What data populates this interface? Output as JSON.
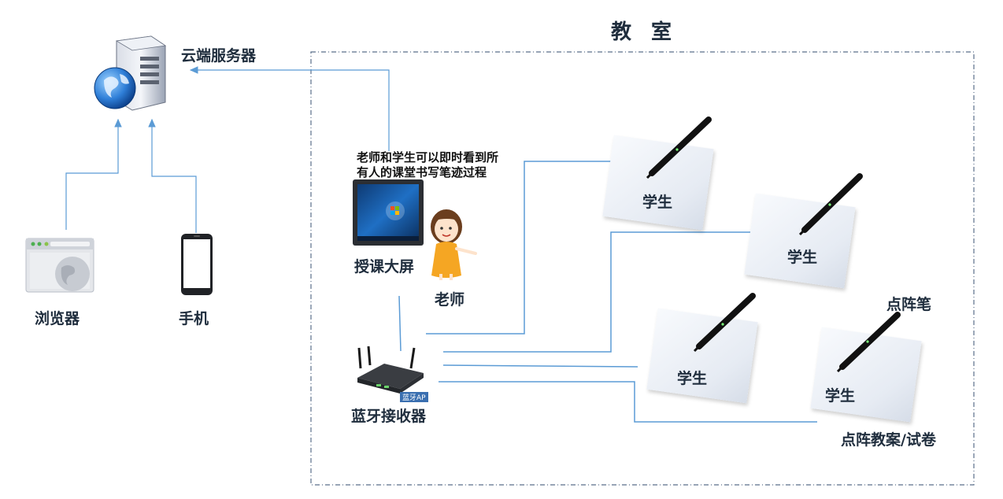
{
  "classroom_title": "教 室",
  "nodes": {
    "cloud_server": "云端服务器",
    "browser": "浏览器",
    "phone": "手机",
    "big_screen": "授课大屏",
    "teacher": "老师",
    "bluetooth_receiver": "蓝牙接收器",
    "receiver_badge": "蓝牙AP",
    "dot_pen": "点阵笔",
    "dot_paper": "点阵教案/试卷",
    "students": [
      "学生",
      "学生",
      "学生",
      "学生"
    ]
  },
  "note_lines": [
    "老师和学生可以即时看到所",
    "有人的课堂书写笔迹过程"
  ],
  "colors": {
    "connector": "#5b9bd5",
    "dashed_border": "#5a6f8a"
  }
}
